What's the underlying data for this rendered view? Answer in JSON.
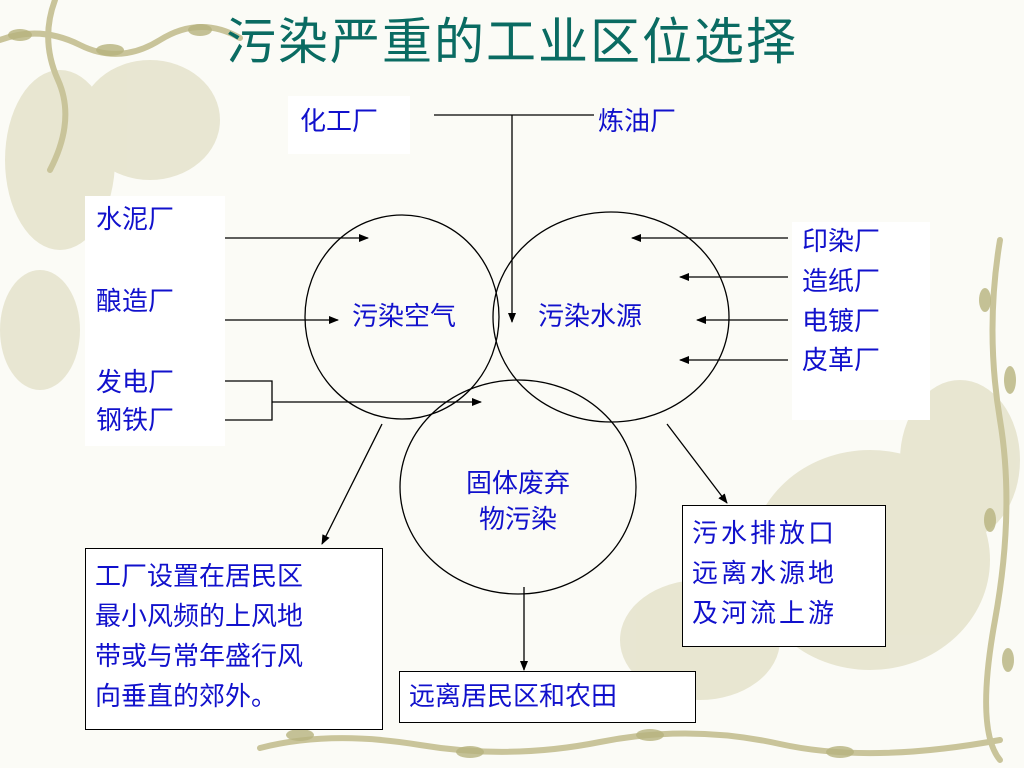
{
  "title": "污染严重的工业区位选择",
  "top_sources": {
    "left": "化工厂",
    "right": "炼油厂"
  },
  "air_sources": [
    "水泥厂",
    "酿造厂",
    "发电厂",
    "钢铁厂"
  ],
  "water_sources": [
    "印染厂",
    "造纸厂",
    "电镀厂",
    "皮革厂"
  ],
  "circles": {
    "air": "污染空气",
    "water": "污染水源",
    "solid_line1": "固体废弃",
    "solid_line2": "物污染"
  },
  "outcomes": {
    "air_lines": [
      "工厂设置在居民区",
      "最小风频的上风地",
      "带或与常年盛行风",
      "向垂直的郊外。"
    ],
    "water_lines": [
      "污水排放口",
      "远离水源地",
      "及河流上游"
    ],
    "solid": "远离居民区和农田"
  },
  "colors": {
    "title": "#0a6b62",
    "text": "#1111cc",
    "lines": "#000000",
    "decor": "#c9c49a"
  }
}
